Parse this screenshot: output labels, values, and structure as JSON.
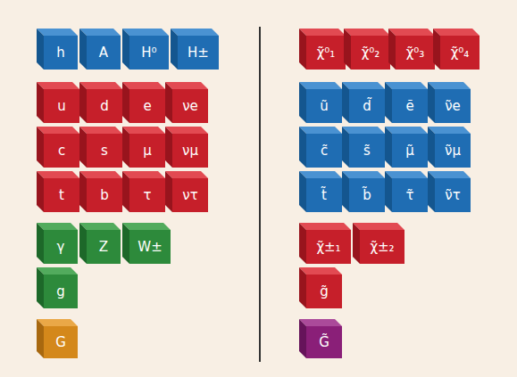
{
  "diagram": {
    "nodes": [
      {
        "text": [
          "h"
        ]
      },
      {
        "text": [
          "A"
        ]
      },
      {
        "text": [
          "H⁰"
        ]
      },
      {
        "text": [
          "H±"
        ]
      },
      {
        "text": [
          "u"
        ]
      },
      {
        "text": [
          "d"
        ]
      },
      {
        "text": [
          "e"
        ]
      },
      {
        "text": [
          "νe"
        ]
      },
      {
        "text": [
          "c"
        ]
      },
      {
        "text": [
          "s"
        ]
      },
      {
        "text": [
          "μ"
        ]
      },
      {
        "text": [
          "νμ"
        ]
      },
      {
        "text": [
          "t"
        ]
      },
      {
        "text": [
          "b"
        ]
      },
      {
        "text": [
          "τ"
        ]
      },
      {
        "text": [
          "ντ"
        ]
      },
      {
        "text": [
          "γ"
        ]
      },
      {
        "text": [
          "Z"
        ]
      },
      {
        "text": [
          "W±"
        ]
      },
      {
        "text": [
          "g"
        ]
      },
      {
        "text": [
          "G"
        ]
      },
      {
        "text": [
          "χ̃⁰₁"
        ]
      },
      {
        "text": [
          "χ̃⁰₂"
        ]
      },
      {
        "text": [
          "χ̃⁰₃"
        ]
      },
      {
        "text": [
          "χ̃⁰₄"
        ]
      },
      {
        "text": [
          "ũ"
        ]
      },
      {
        "text": [
          "d̃"
        ]
      },
      {
        "text": [
          "ẽ"
        ]
      },
      {
        "text": [
          "ν̃e"
        ]
      },
      {
        "text": [
          "c̃"
        ]
      },
      {
        "text": [
          "s̃"
        ]
      },
      {
        "text": [
          "μ̃"
        ]
      },
      {
        "text": [
          "ν̃μ"
        ]
      },
      {
        "text": [
          "t̃"
        ]
      },
      {
        "text": [
          "b̃"
        ]
      },
      {
        "text": [
          "τ̃"
        ]
      },
      {
        "text": [
          "ν̃τ"
        ]
      },
      {
        "text": [
          "χ̃±₁"
        ]
      },
      {
        "text": [
          "χ̃±₂"
        ]
      },
      {
        "text": [
          "g̃"
        ]
      },
      {
        "text": [
          "G̃"
        ]
      }
    ]
  }
}
